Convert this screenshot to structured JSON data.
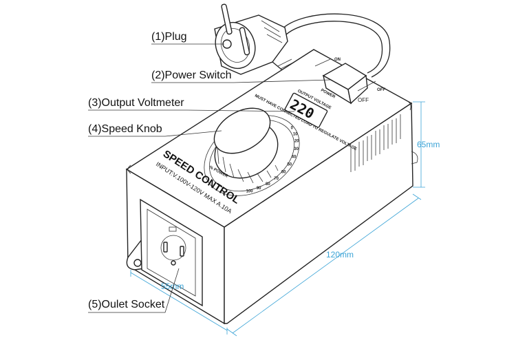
{
  "callouts": [
    {
      "id": "plug",
      "label": "(1)Plug"
    },
    {
      "id": "power_switch",
      "label": "(2)Power Switch"
    },
    {
      "id": "output_voltmeter",
      "label": "(3)Output Voltmeter"
    },
    {
      "id": "speed_knob",
      "label": "(4)Speed Knob"
    },
    {
      "id": "outlet_socket",
      "label": "(5)Oulet Socket"
    }
  ],
  "dimensions": {
    "height": "65mm",
    "length": "120mm",
    "width": "55mm"
  },
  "device": {
    "brand": "SPEED CONTROL",
    "spec": "INPUT:V.100V-120V   MAX A.10A",
    "switch_on": "ON",
    "switch_off": "OFF",
    "switch_off_small": "OFF",
    "switch_power": "POWER",
    "display_value": "220",
    "display_label": "OUTPUT VOLTAGE",
    "notice": "MUST HAVE CONNECTED LOAD TO REGULATE VOLTAGE",
    "knob_power_label": "% POWER",
    "dial_marks": [
      "100",
      "90",
      "80",
      "70",
      "60",
      "50",
      "40",
      "30",
      "20",
      "10",
      "0"
    ]
  }
}
